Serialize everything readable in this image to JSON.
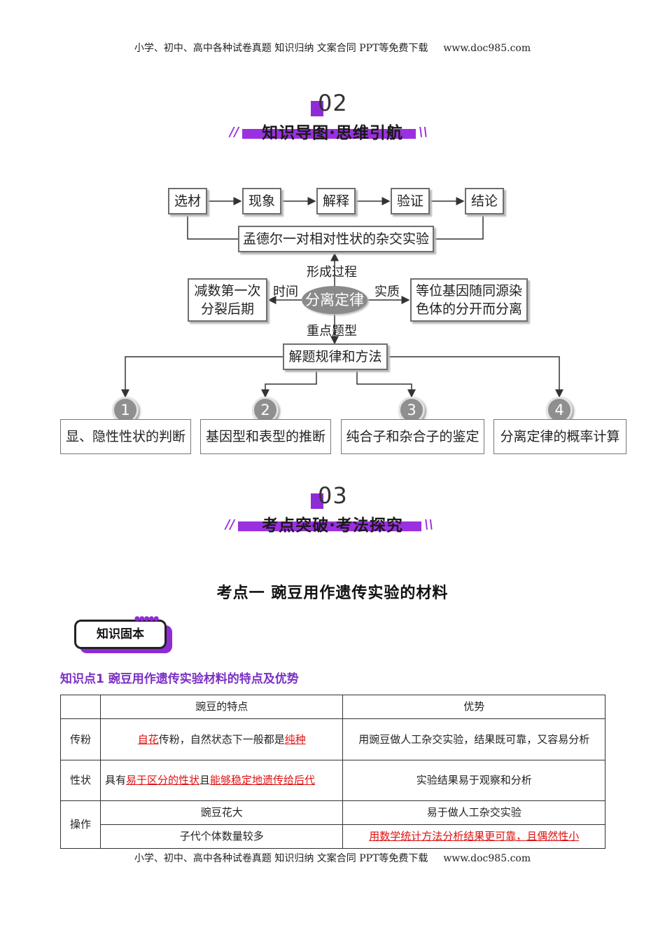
{
  "header": {
    "text": "小学、初中、高中各种试卷真题  知识归纳  文案合同  PPT等免费下载",
    "url": "www.doc985.com"
  },
  "footer": {
    "text": "小学、初中、高中各种试卷真题  知识归纳  文案合同  PPT等免费下载",
    "url": "www.doc985.com"
  },
  "section2": {
    "num": "02",
    "title": "知识导图·思维引航",
    "slash_left": "//",
    "slash_right": "\\\\"
  },
  "section3": {
    "num": "03",
    "title": "考点突破·考法探究",
    "slash_left": "//",
    "slash_right": "\\\\"
  },
  "mindmap": {
    "top_boxes": [
      "选材",
      "现象",
      "解释",
      "验证",
      "结论"
    ],
    "experiment": "孟德尔一对相对性状的杂交实验",
    "center": "分离定律",
    "up_label": "形成过程",
    "left_label": "时间",
    "right_label": "实质",
    "down_label": "重点题型",
    "left_box": [
      "减数第一次",
      "分裂后期"
    ],
    "right_box": [
      "等位基因随同源染",
      "色体的分开而分离"
    ],
    "methods": "解题规律和方法",
    "numbers": [
      "1",
      "2",
      "3",
      "4"
    ],
    "leaves": [
      "显、隐性性状的判断",
      "基因型和表型的推断",
      "纯合子和杂合子的鉴定",
      "分离定律的概率计算"
    ]
  },
  "kaodian": {
    "title": "考点一   豌豆用作遗传实验的材料"
  },
  "badge": {
    "label": "知识固本",
    "dots": "●●●●●"
  },
  "kp1": {
    "heading": "知识点1  豌豆用作遗传实验材料的特点及优势"
  },
  "table": {
    "headers": [
      "豌豆的特点",
      "优势"
    ],
    "row1": {
      "label": "传粉",
      "f_a": "自花",
      "f_b": "传粉，自然状态下一般都是",
      "f_c": "纯种",
      "adv": "用豌豆做人工杂交实验，结果既可靠，又容易分析"
    },
    "row2": {
      "label": "性状",
      "f_a": "具有",
      "f_b": "易于区分的性状",
      "f_c": "且",
      "f_d": "能够稳定地遗传给后代",
      "adv": "实验结果易于观察和分析"
    },
    "row3": {
      "label": "操作",
      "f1": "豌豆花大",
      "adv1": "易于做人工杂交实验",
      "f2": "子代个体数量较多",
      "adv2": "用数学统计方法分析结果更可靠，且偶然性小"
    }
  }
}
